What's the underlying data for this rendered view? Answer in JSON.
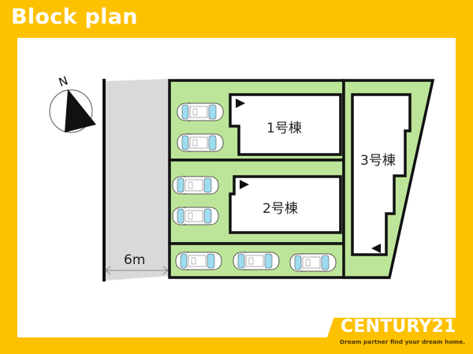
{
  "header": {
    "title": "Block plan"
  },
  "compass": {
    "direction_label": "N"
  },
  "road": {
    "width_label": "6m"
  },
  "buildings": [
    {
      "id": 1,
      "label": "1号棟"
    },
    {
      "id": 2,
      "label": "2号棟"
    },
    {
      "id": 3,
      "label": "3号棟"
    }
  ],
  "parking": {
    "lot1_cars": 2,
    "lot2_cars": 2,
    "shared_row_cars": 3
  },
  "branding": {
    "logo": "CENTURY21",
    "tagline": "Dream partner find your dream home."
  },
  "colors": {
    "frame": "#FDC100",
    "lot_green": "#BDE59A",
    "road_gray": "#D9D9D9",
    "car_blue": "#9EDCF0",
    "outline": "#111111"
  }
}
